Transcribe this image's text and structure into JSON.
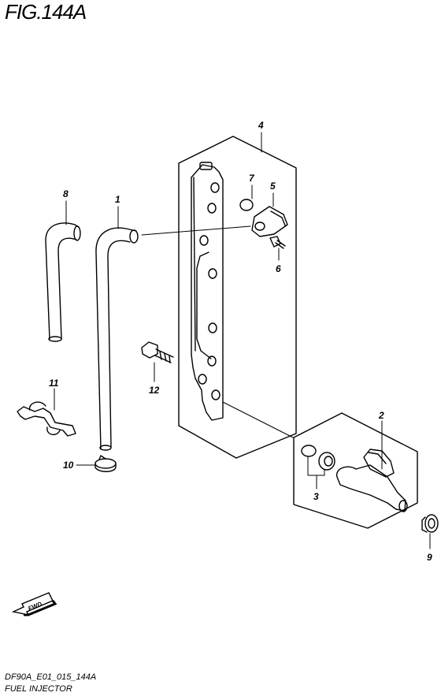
{
  "figure": {
    "title": "FIG.144A",
    "code": "DF90A_E01_015_144A",
    "name": "FUEL INJECTOR"
  },
  "callouts": [
    {
      "num": "1"
    },
    {
      "num": "2"
    },
    {
      "num": "3"
    },
    {
      "num": "4"
    },
    {
      "num": "5"
    },
    {
      "num": "6"
    },
    {
      "num": "7"
    },
    {
      "num": "8"
    },
    {
      "num": "9"
    },
    {
      "num": "10"
    },
    {
      "num": "11"
    },
    {
      "num": "12"
    }
  ],
  "direction": {
    "label": "FWD"
  },
  "colors": {
    "ink": "#000000",
    "paper": "#ffffff"
  }
}
